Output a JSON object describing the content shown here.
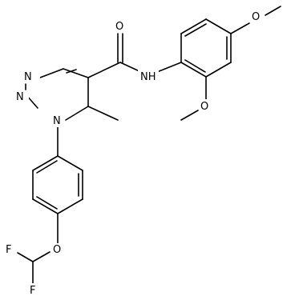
{
  "atoms": {
    "n1": "N",
    "n2": "N",
    "n3": "N",
    "amide_o": "O",
    "amide_n": "NH",
    "ome_top": "O",
    "ome_side": "O",
    "ether_o": "O",
    "f1": "F",
    "f2": "F"
  }
}
